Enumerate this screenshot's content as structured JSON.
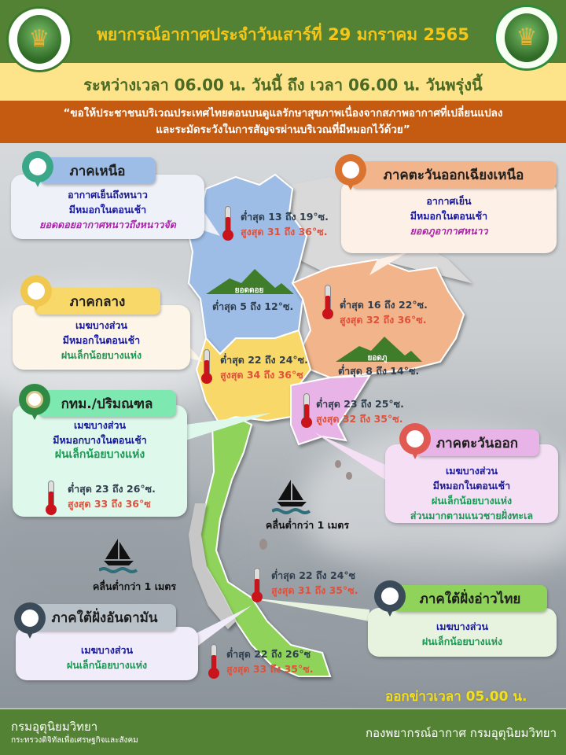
{
  "header": {
    "title": "พยากรณ์อากาศประจำวันเสาร์ที่ 29 มกราคม 2565",
    "period": "ระหว่างเวลา 06.00 น. วันนี้ ถึง เวลา 06.00 น. วันพรุ่งนี้",
    "advisory_line1": "“ขอให้ประชาชนบริเวณประเทศไทยตอนบนดูแลรักษาสุขภาพเนื่องจากสภาพอากาศที่เปลี่ยนแปลง",
    "advisory_line2": "และระมัดระวังในการสัญจรผ่านบริเวณที่มีหมอกไว้ด้วย”",
    "logo_left_icon": "ministry-digital-economy-logo",
    "logo_right_icon": "meteorological-department-logo"
  },
  "colors": {
    "header_green": "#548235",
    "header_yellow": "#fde38a",
    "header_orange": "#c55a11",
    "north": "#9dbde6",
    "northeast": "#f2b48a",
    "central": "#f9d86a",
    "east": "#e8b3e6",
    "south": "#8fd35a",
    "temp_low": "#2f3e4e",
    "temp_high": "#e0503a"
  },
  "regions": {
    "north": {
      "name": "ภาคเหนือ",
      "lines": [
        "อากาศเย็นถึงหนาว",
        "มีหมอกในตอนเช้า",
        "ยอดดอยอากาศหนาวถึงหนาวจัด"
      ],
      "temp_low": "ต่ำสุด 13 ถึง 19°ซ.",
      "temp_high": "สูงสุด 31 ถึง 36°ซ.",
      "peak_label": "ยอดดอย",
      "peak_temp": "ต่ำสุด 5 ถึง 12°ซ."
    },
    "northeast": {
      "name": "ภาคตะวันออกเฉียงเหนือ",
      "lines": [
        "อากาศเย็น",
        "มีหมอกในตอนเช้า",
        "ยอดภูอากาศหนาว"
      ],
      "temp_low": "ต่ำสุด 16 ถึง 22°ซ.",
      "temp_high": "สูงสุด 32 ถึง 36°ซ.",
      "peak_label": "ยอดภู",
      "peak_temp": "ต่ำสุด 8 ถึง 14°ซ."
    },
    "central": {
      "name": "ภาคกลาง",
      "lines": [
        "เมฆบางส่วน",
        "มีหมอกในตอนเช้า",
        "ฝนเล็กน้อยบางแห่ง"
      ],
      "temp_low": "ต่ำสุด 22 ถึง 24°ซ.",
      "temp_high": "สูงสุด 34 ถึง 36°ซ"
    },
    "bangkok": {
      "name": "กทม./ปริมณฑล",
      "lines": [
        "เมฆบางส่วน",
        "มีหมอกบางในตอนเช้า",
        "ฝนเล็กน้อยบางแห่ง"
      ],
      "temp_low": "ต่ำสุด 23 ถึง 26°ซ.",
      "temp_high": "สูงสุด 33 ถึง 36°ซ"
    },
    "east": {
      "name": "ภาคตะวันออก",
      "lines": [
        "เมฆบางส่วน",
        "มีหมอกในตอนเช้า",
        "ฝนเล็กน้อยบางแห่ง",
        "ส่วนมากตามแนวชายฝั่งทะเล"
      ],
      "temp_low": "ต่ำสุด 23 ถึง 25°ซ.",
      "temp_high": "สูงสุด 32 ถึง 35°ซ."
    },
    "south_gulf": {
      "name": "ภาคใต้ฝั่งอ่าวไทย",
      "lines": [
        "เมฆบางส่วน",
        "ฝนเล็กน้อยบางแห่ง"
      ],
      "temp_low": "ต่ำสุด 22 ถึง 24°ซ",
      "temp_high": "สูงสุด 31 ถึง 35°ซ."
    },
    "south_andaman": {
      "name": "ภาคใต้ฝั่งอันดามัน",
      "lines": [
        "เมฆบางส่วน",
        "ฝนเล็กน้อยบางแห่ง"
      ],
      "temp_low": "ต่ำสุด 22 ถึง 26°ซ",
      "temp_high": "สูงสุด 33 ถึง 35°ซ."
    }
  },
  "sea": {
    "gulf_wave": "คลื่นต่ำกว่า 1 เมตร",
    "andaman_wave": "คลื่นต่ำกว่า 1  เมตร"
  },
  "issued": "ออกข่าวเวลา 05.00 น.",
  "footer": {
    "org": "กรมอุตุนิยมวิทยา",
    "ministry": "กระทรวงดิจิทัลเพื่อเศรษฐกิจและสังคม",
    "division": "กองพยากรณ์อากาศ กรมอุตุนิยมวิทยา"
  }
}
